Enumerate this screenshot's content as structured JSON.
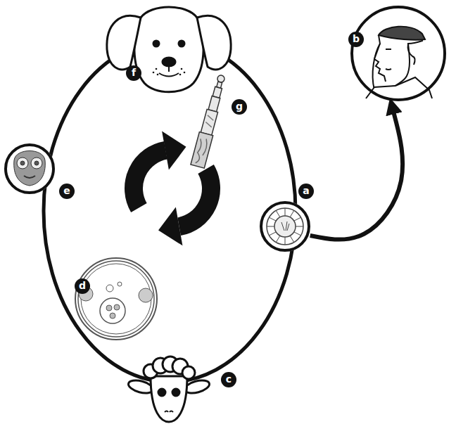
{
  "diagram": {
    "nodes": [
      {
        "text": [
          "a"
        ]
      },
      {
        "text": [
          "b"
        ]
      },
      {
        "text": [
          "e"
        ]
      }
    ],
    "edges": [
      {
        "from": 0,
        "to": 1,
        "arrow": "to"
      }
    ],
    "labels": [
      "c",
      "d",
      "f",
      "g"
    ]
  }
}
